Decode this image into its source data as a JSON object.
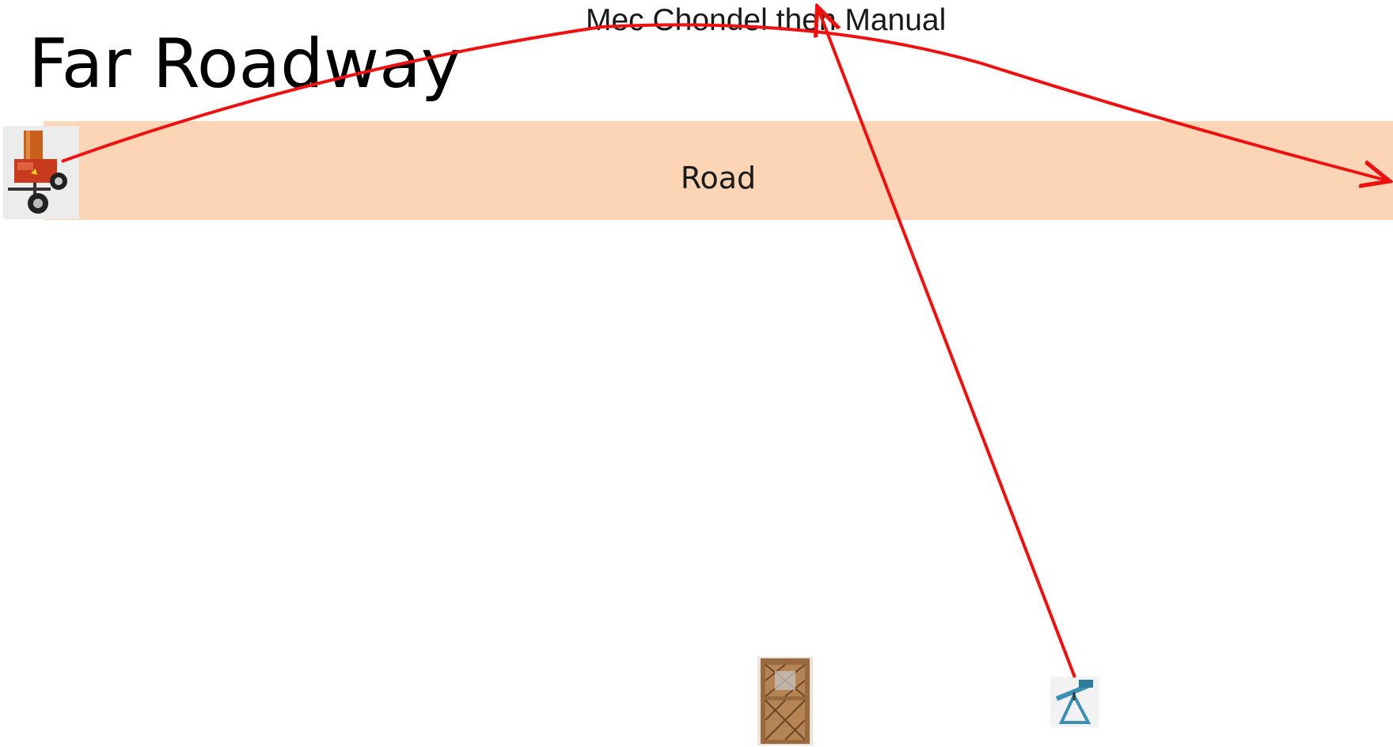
{
  "slide": {
    "title": "Far Roadway",
    "road_label": "Road",
    "top_caption": "Mec Chondel then Manual",
    "colors": {
      "road": "#fbd5b5",
      "target_path": "#ee1111",
      "background": "#ffffff"
    }
  },
  "pictures": [
    {
      "name": "red-wheeled-trap-machine",
      "icon": "trap-machine-icon"
    },
    {
      "name": "wooden-lattice-trap-house",
      "icon": "trap-house-icon"
    },
    {
      "name": "blue-manual-hand-trap",
      "icon": "hand-trap-icon"
    }
  ]
}
